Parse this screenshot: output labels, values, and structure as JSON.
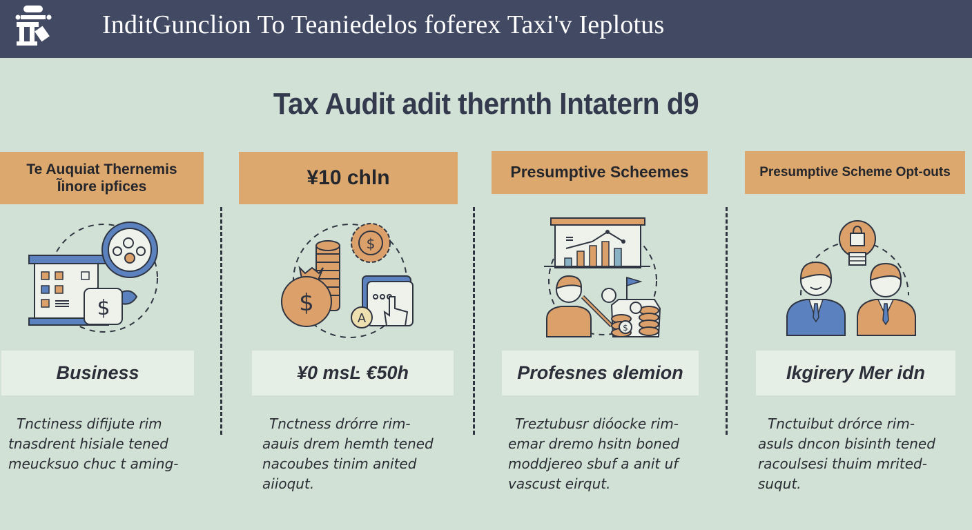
{
  "header": {
    "title": "InditGunclion To  Teaniedelos foferex Taxi'v Ieplotus",
    "logo_icon": "tax-office-icon"
  },
  "main_title": "Tax Audit adit thernth Intatern d9",
  "colors": {
    "header_bg": "#424a63",
    "page_bg": "#d2e1d6",
    "tag_bg": "#dca86e",
    "label_bg": "#e6efe5",
    "accent_blue": "#5b82bf",
    "accent_orange": "#dca06a"
  },
  "columns": [
    {
      "tag_lines": [
        "Te Auquiat Thernemis",
        "Ĩinore ipfices"
      ],
      "icon": "business-ledger-gears-icon",
      "label": "Business",
      "description": [
        "Tnctiness difijute rim",
        "tnasdrent hisiale tened",
        "meucksuo chuc t aming-"
      ]
    },
    {
      "tag_lines": [
        "¥10 chln"
      ],
      "icon": "money-bag-coins-gear-icon",
      "label": "¥0 msĿ €50h",
      "description": [
        "Tnctness drórre rim-",
        "aauis drem hemth tened",
        "nacoubes tinim anited",
        "aiioqut."
      ]
    },
    {
      "tag_lines": [
        "Presumptive Scheemes"
      ],
      "icon": "professional-chart-coins-icon",
      "label": "Profesnes ɞlemion",
      "description": [
        "Treztubusr dióocke rim-",
        "emar dremo hsitn boned",
        "moddjereo sbuf a anit uf",
        "vascust eirqut."
      ]
    },
    {
      "tag_lines": [
        "Presumptive Scheme Opt-outs"
      ],
      "icon": "two-people-lightbulb-lock-icon",
      "label": "Ikgirery Mer idn",
      "description": [
        "Tnctuibut drórce rim-",
        "asuls dncon bisinth tened",
        "racoulsesi thuim mrited-",
        "suqut."
      ]
    }
  ]
}
